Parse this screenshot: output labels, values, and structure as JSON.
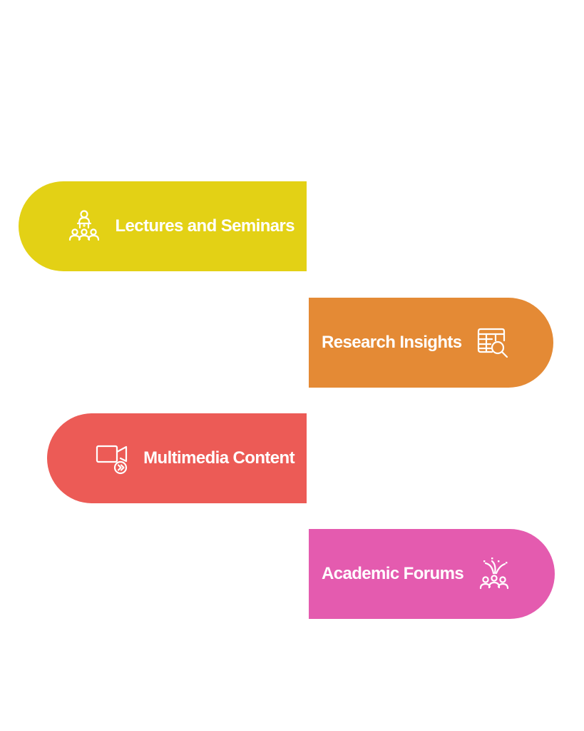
{
  "diagram": {
    "items": [
      {
        "label": "Lectures and Seminars",
        "icon": "lecture-audience-icon",
        "color": "#E3D115",
        "side": "left"
      },
      {
        "label": "Research Insights",
        "icon": "table-search-icon",
        "color": "#E48A35",
        "side": "right"
      },
      {
        "label": "Multimedia Content",
        "icon": "video-camera-play-icon",
        "color": "#EC5B56",
        "side": "left"
      },
      {
        "label": "Academic Forums",
        "icon": "group-discussion-icon",
        "color": "#E45BAF",
        "side": "right"
      }
    ]
  }
}
